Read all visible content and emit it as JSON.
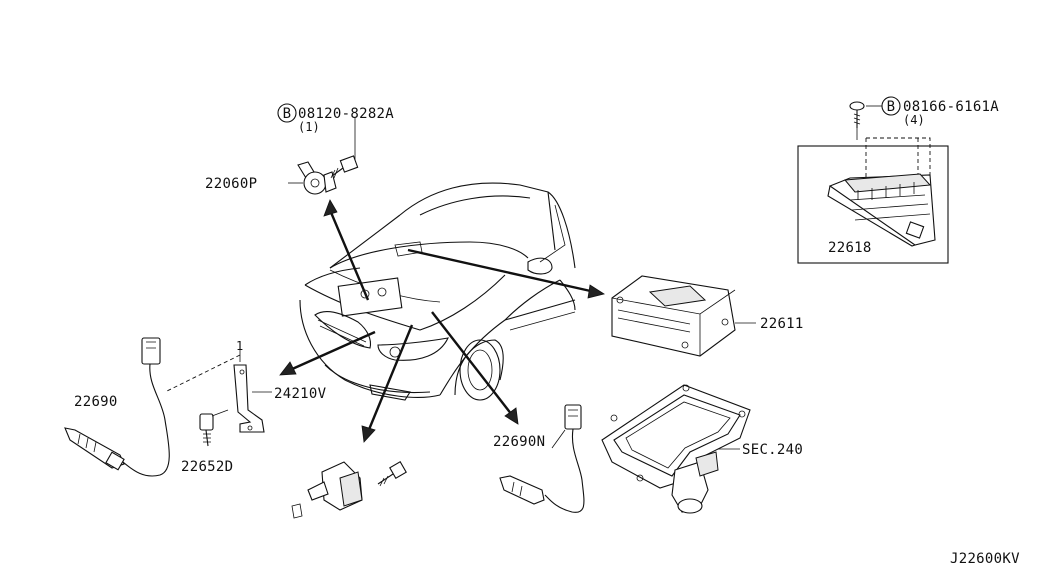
{
  "diagram_code": "J22600KV",
  "labels": {
    "bolt_a_prefix": "B",
    "bolt_a_number": "08120-8282A",
    "bolt_a_qty": "(1)",
    "sensor_22060P": "22060P",
    "bolt_b_prefix": "B",
    "bolt_b_number": "08166-6161A",
    "bolt_b_qty": "(4)",
    "module_22618": "22618",
    "ecu_22611": "22611",
    "bracket_24210V": "24210V",
    "o2_22690": "22690",
    "bolt_22652D": "22652D",
    "o2_22690N": "22690N",
    "sec_240": "SEC.240",
    "callout_1": "1"
  }
}
